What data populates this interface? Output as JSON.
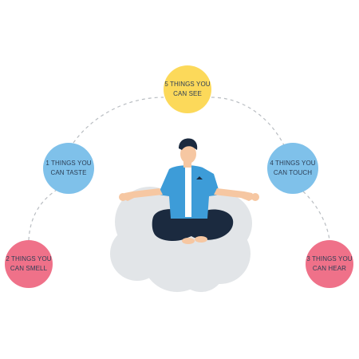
{
  "colors": {
    "see": "#fcd95a",
    "taste": "#7fc1ea",
    "touch": "#7fc1ea",
    "smell": "#ef7189",
    "hear": "#ef7189",
    "cloud": "#e2e5e8",
    "shirt": "#3d9cd8",
    "pants": "#1b2a3f",
    "skin": "#f6c7a2",
    "hair": "#1b2a3f",
    "connector": "#b9bdc2"
  },
  "nodes": {
    "see": {
      "line1": "5 THINGS YOU",
      "line2": "CAN SEE"
    },
    "taste": {
      "line1": "1 THINGS YOU",
      "line2": "CAN TASTE"
    },
    "touch": {
      "line1": "4 THINGS YOU",
      "line2": "CAN TOUCH"
    },
    "smell": {
      "line1": "2 THINGS YOU",
      "line2": "CAN SMELL"
    },
    "hear": {
      "line1": "3 THINGS YOU",
      "line2": "CAN HEAR"
    }
  }
}
